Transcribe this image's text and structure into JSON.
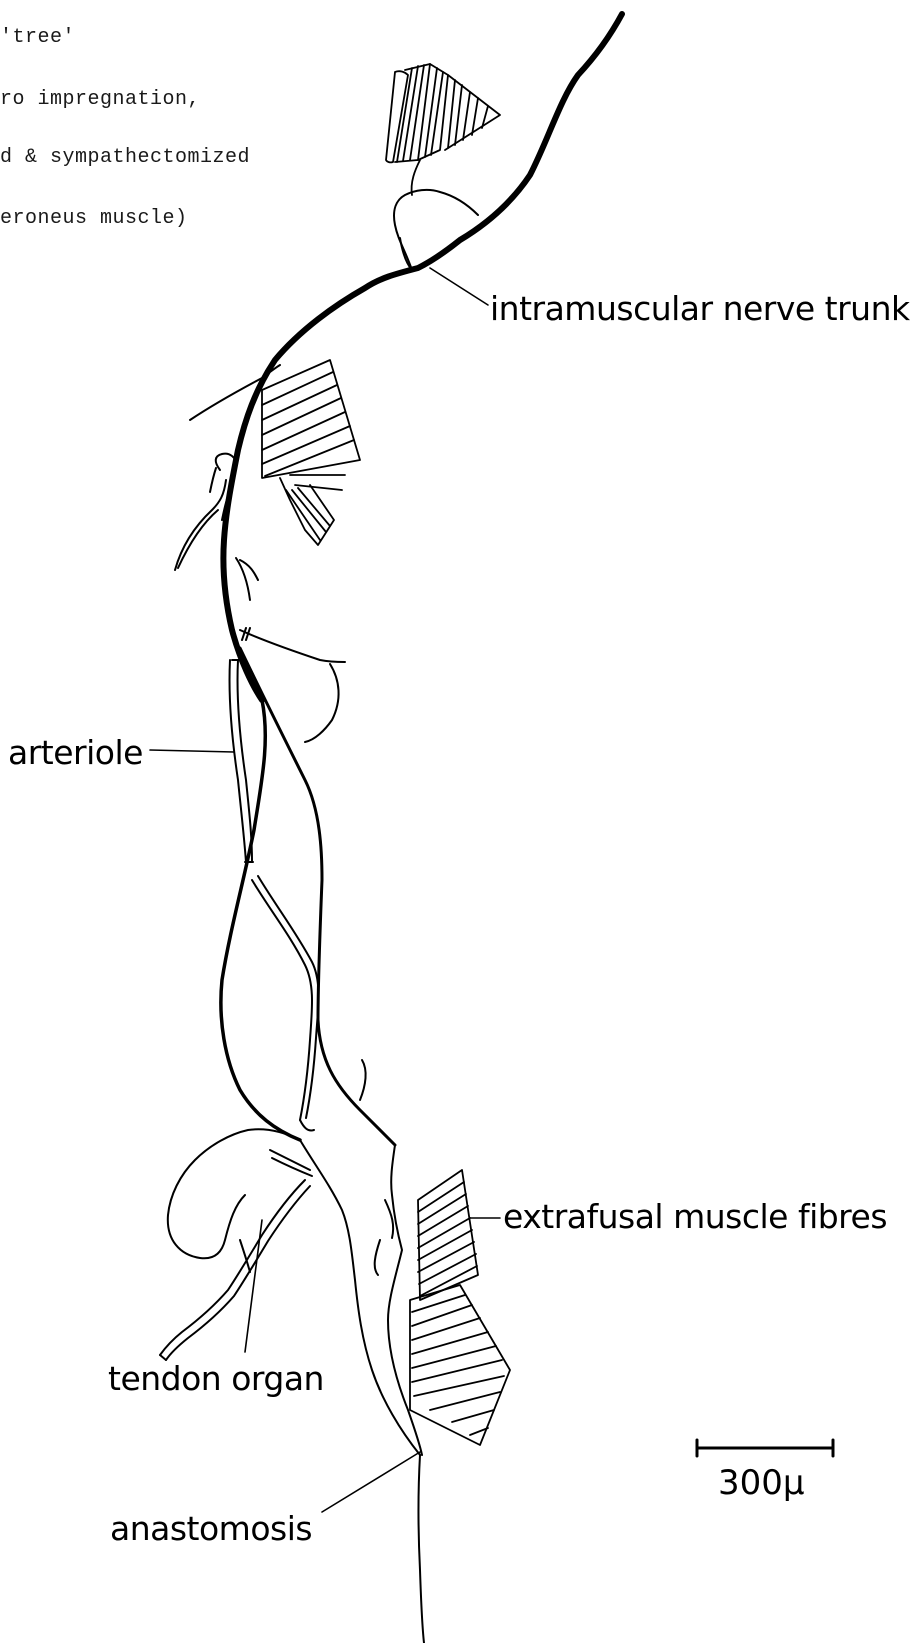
{
  "caption": {
    "lines": [
      "'tree'",
      "ro impregnation,",
      "d & sympathectomized",
      "eroneus muscle)"
    ]
  },
  "labels": {
    "nerve_trunk": "intramuscular nerve trunk",
    "arteriole": "arteriole",
    "extrafusal": "extrafusal muscle fibres",
    "tendon_organ": "tendon organ",
    "anastomosis": "anastomosis"
  },
  "scale_bar": {
    "label": "300μ"
  },
  "colors": {
    "ink": "#000000",
    "paper": "#ffffff"
  }
}
